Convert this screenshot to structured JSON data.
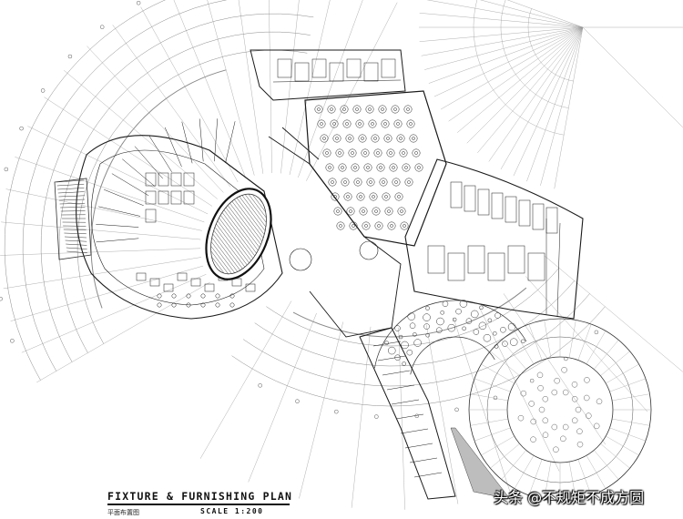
{
  "plan": {
    "title": "FIXTURE & FURNISHING PLAN",
    "subtitle": "平面布置图",
    "scale": "SCALE 1:200"
  },
  "watermark": {
    "text": "头条 @不规矩不成方圆"
  },
  "colors": {
    "line": "#1a1a1a",
    "fine_line": "#555555",
    "light_line": "#9a9a9a",
    "background": "#ffffff",
    "hatch": "#444444"
  }
}
